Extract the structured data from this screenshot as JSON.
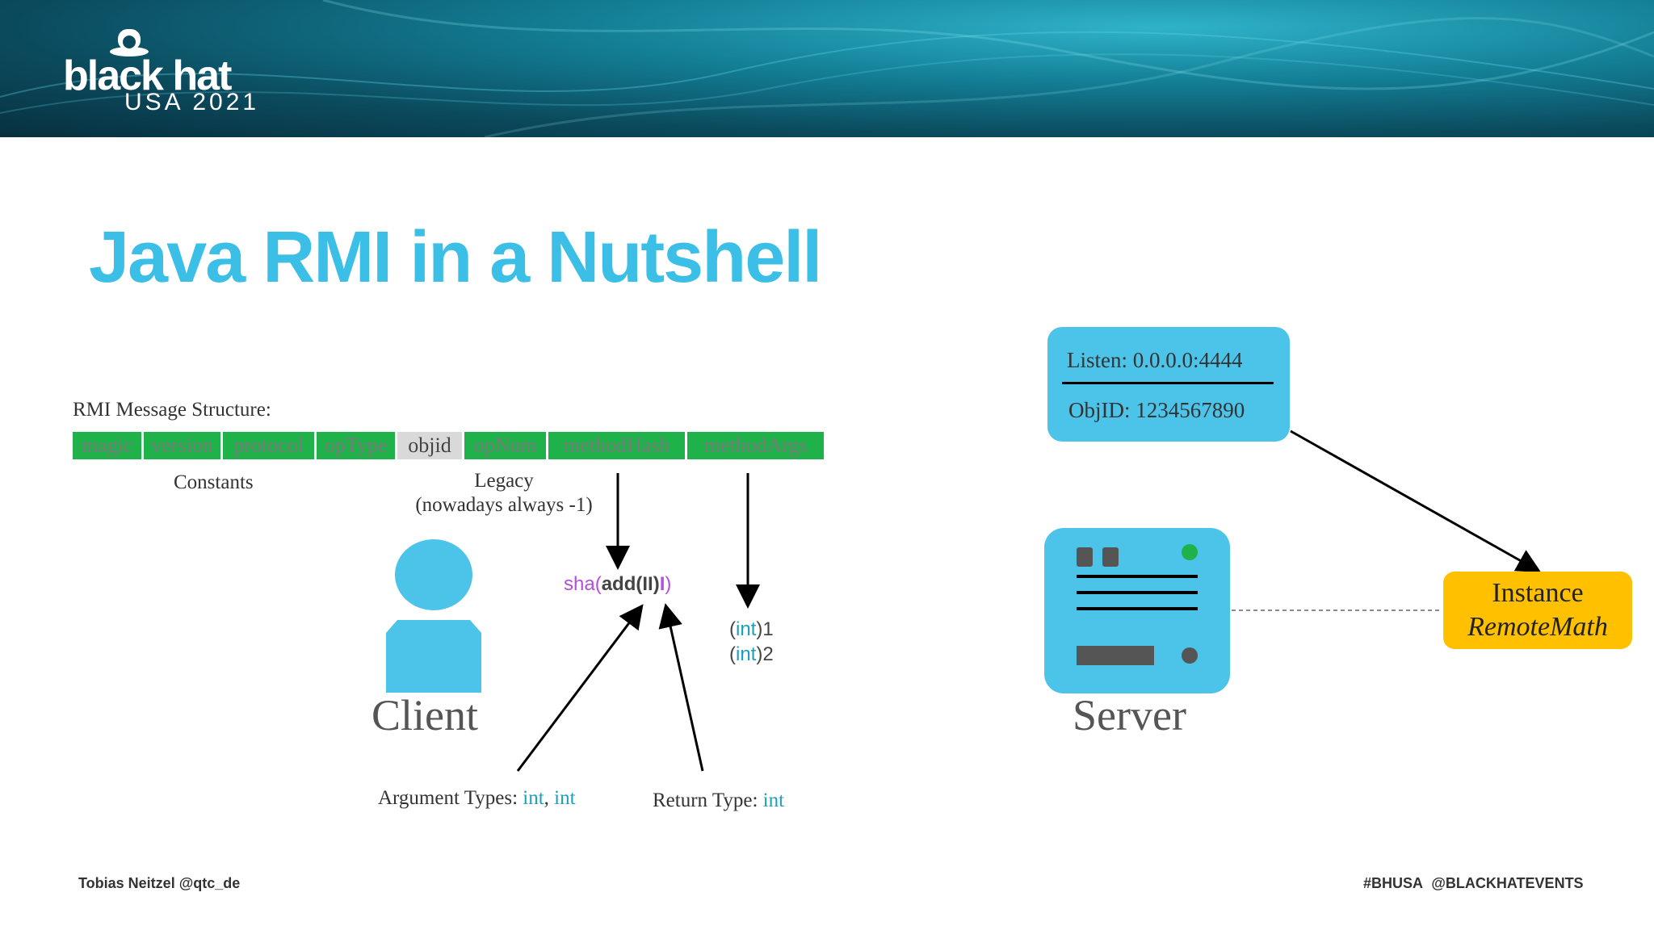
{
  "logo": {
    "brand": "black hat",
    "edition": "USA 2021"
  },
  "title": "Java RMI in a Nutshell",
  "message_structure": {
    "label": "RMI Message Structure:",
    "fields": [
      "magic",
      "version",
      "protocol",
      "opType",
      "objid",
      "opNum",
      "methodHash",
      "methodArgs"
    ]
  },
  "captions": {
    "constants": "Constants",
    "legacy": "Legacy",
    "legacy_note": "(nowadays always -1)"
  },
  "hash": {
    "prefix": "sha(",
    "method": "add",
    "args": "(II)",
    "ret": "I",
    "suffix": ")"
  },
  "args_values": [
    {
      "type": "int",
      "value": "1"
    },
    {
      "type": "int",
      "value": "2"
    }
  ],
  "argument_types": {
    "label": "Argument Types:",
    "t1": "int",
    "sep": ",",
    "t2": "int"
  },
  "return_type": {
    "label": "Return Type:",
    "t": "int"
  },
  "client": {
    "label": "Client"
  },
  "server": {
    "label": "Server",
    "listen": "Listen: 0.0.0.0:4444",
    "objid": "ObjID: 1234567890"
  },
  "instance": {
    "line1": "Instance",
    "line2": "RemoteMath"
  },
  "footer": {
    "author": "Tobias Neitzel @qtc_de",
    "tags": "#BHUSA @BLACKHATEVENTS"
  },
  "colors": {
    "accent": "#3cbfe6",
    "field_green": "#1fb14a",
    "field_gray": "#d9d9d9",
    "instance": "#ffc000",
    "hash_purple": "#b34fd8"
  }
}
